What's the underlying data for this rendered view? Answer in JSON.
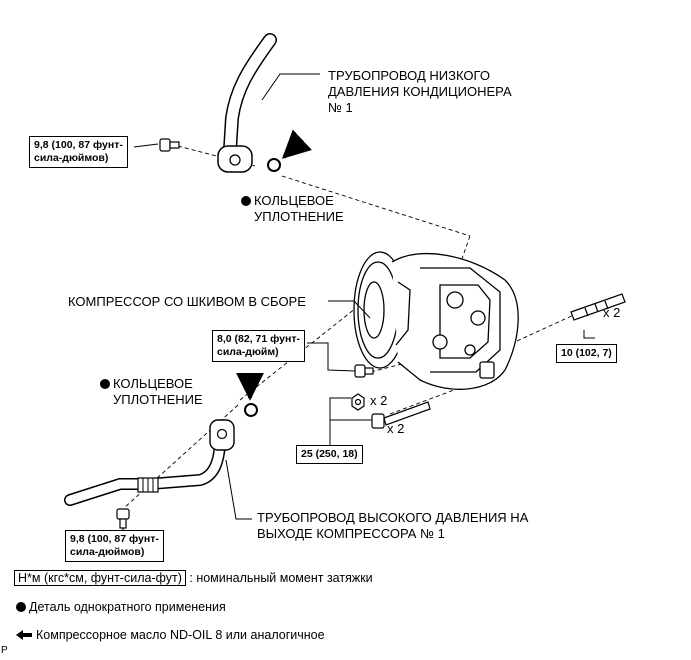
{
  "labels": {
    "low_pipe": [
      "ТРУБОПРОВОД НИЗКОГО",
      "ДАВЛЕНИЯ КОНДИЦИОНЕРА",
      "№ 1"
    ],
    "oring_top": [
      "КОЛЬЦЕВОЕ",
      "УПЛОТНЕНИЕ"
    ],
    "compressor": "КОМПРЕССОР СО ШКИВОМ В СБОРЕ",
    "oring_bottom": [
      "КОЛЬЦЕВОЕ",
      "УПЛОТНЕНИЕ"
    ],
    "high_pipe": [
      "ТРУБОПРОВОД ВЫСОКОГО ДАВЛЕНИЯ НА",
      "ВЫХОДЕ КОМПРЕССОРА № 1"
    ]
  },
  "torques": {
    "top_left": [
      "9,8 (100, 87 фунт-",
      "сила-дюймов)"
    ],
    "mid": [
      "8,0 (82, 71 фунт-",
      "сила-дюйм)"
    ],
    "right": "10 (102, 7)",
    "bottom_center": "25 (250, 18)",
    "bottom_left": [
      "9,8 (100, 87 фунт-",
      "сила-дюймов)"
    ]
  },
  "quantities": {
    "stud": "x 2",
    "nut": "x 2",
    "bolt": "x 2"
  },
  "legend": {
    "torque_box": "Н*м (кгс*см, фунт-сила-фут)",
    "torque_text": ": номинальный момент затяжки",
    "non_reusable": "Деталь однократного применения",
    "oil": "Компрессорное масло ND-OIL 8 или аналогичное"
  },
  "corner_mark": "P",
  "colors": {
    "ink": "#000000",
    "paper": "#ffffff"
  }
}
